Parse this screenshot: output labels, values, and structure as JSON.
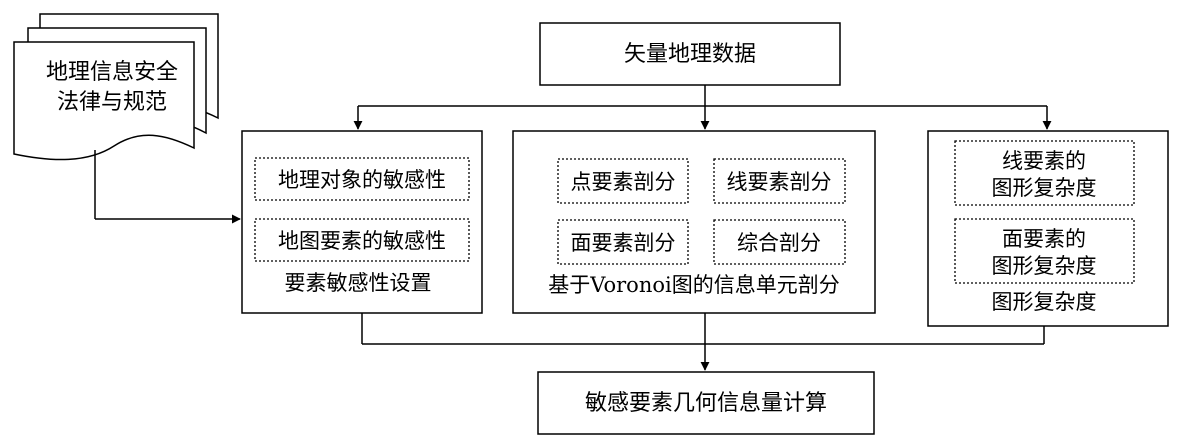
{
  "document": {
    "lines": [
      "地理信息安全",
      "法律与规范"
    ]
  },
  "top": {
    "label": "矢量地理数据"
  },
  "left_panel": {
    "items": [
      "地理对象的敏感性",
      "地图要素的敏感性"
    ],
    "caption": "要素敏感性设置"
  },
  "middle_panel": {
    "items": [
      "点要素剖分",
      "线要素剖分",
      "面要素剖分",
      "综合剖分"
    ],
    "caption": "基于Voronoi图的信息单元剖分"
  },
  "right_panel": {
    "items": [
      [
        "线要素的",
        "图形复杂度"
      ],
      [
        "面要素的",
        "图形复杂度"
      ]
    ],
    "caption": "图形复杂度"
  },
  "bottom": {
    "label": "敏感要素几何信息量计算"
  }
}
